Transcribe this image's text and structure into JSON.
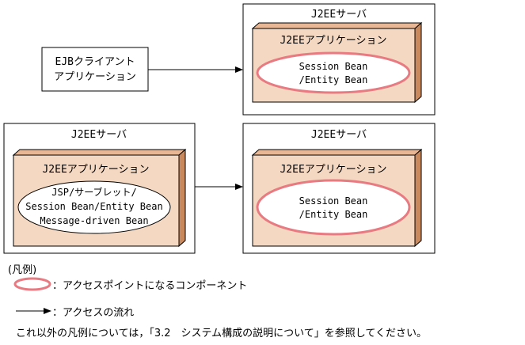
{
  "client": {
    "line1": "EJBクライアント",
    "line2": "アプリケーション"
  },
  "server_top_right": {
    "server_label": "J2EEサーバ",
    "app_label": "J2EEアプリケーション",
    "bean_line1": "Session Bean",
    "bean_line2": "/Entity Bean"
  },
  "server_left": {
    "server_label": "J2EEサーバ",
    "app_label": "J2EEアプリケーション",
    "comp_line1": "JSP/サーブレット/",
    "comp_line2": "Session Bean/Entity Bean",
    "comp_line3": "Message-driven Bean"
  },
  "server_bottom_right": {
    "server_label": "J2EEサーバ",
    "app_label": "J2EEアプリケーション",
    "bean_line1": "Session Bean",
    "bean_line2": "/Entity Bean"
  },
  "legend": {
    "title": "(凡例)",
    "access_point": "：アクセスポイントになるコンポーネント",
    "access_flow": "：アクセスの流れ",
    "note": "これ以外の凡例については，「3.2　システム構成の説明について」を参照してください。"
  },
  "colors": {
    "app_fill": "#f5d8c2",
    "app_side": "#c9895d",
    "access_point_stroke": "#e87a82",
    "border": "#000000"
  }
}
